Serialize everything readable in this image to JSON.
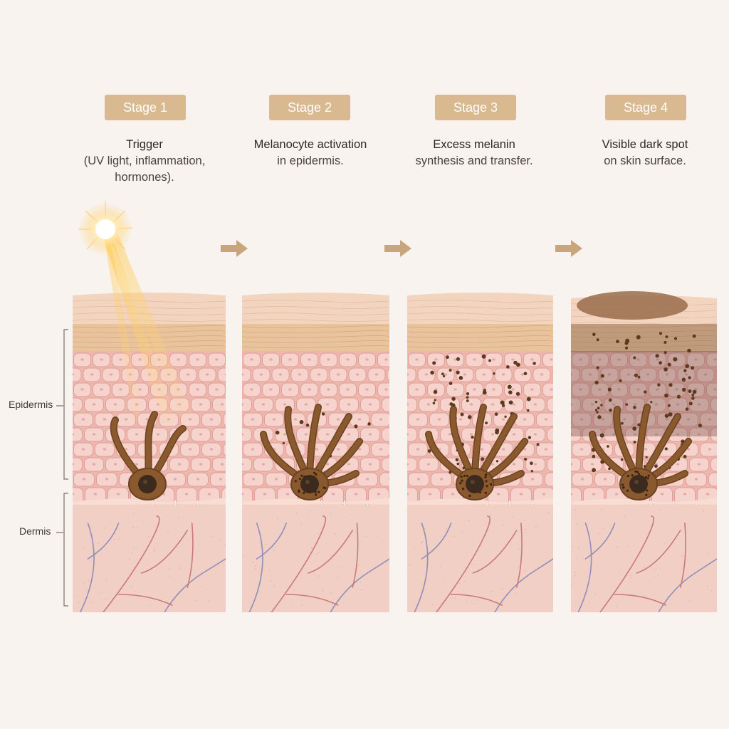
{
  "stages": [
    {
      "badge": "Stage 1",
      "title": "Trigger",
      "lines": [
        "(UV light, inflammation,",
        "hormones)."
      ]
    },
    {
      "badge": "Stage 2",
      "title": "Melanocyte activation",
      "lines": [
        "in epidermis."
      ]
    },
    {
      "badge": "Stage 3",
      "title": "Excess melanin",
      "lines": [
        "synthesis and transfer."
      ]
    },
    {
      "badge": "Stage 4",
      "title": "Visible dark spot",
      "lines": [
        "on skin surface."
      ]
    }
  ],
  "layers": {
    "epidermis": "Epidermis",
    "dermis": "Dermis"
  },
  "colors": {
    "badge": "#d9b98f",
    "arrow": "#c9a57d",
    "background": "#f8f3ee",
    "melanocyte": "#8a5a2e",
    "melanin": "#5c3a1e",
    "sun": "#ffd27a"
  },
  "icons": {
    "arrow": "arrow-right-icon",
    "sun": "sun-icon",
    "melanocyte": "melanocyte-cell-icon"
  }
}
